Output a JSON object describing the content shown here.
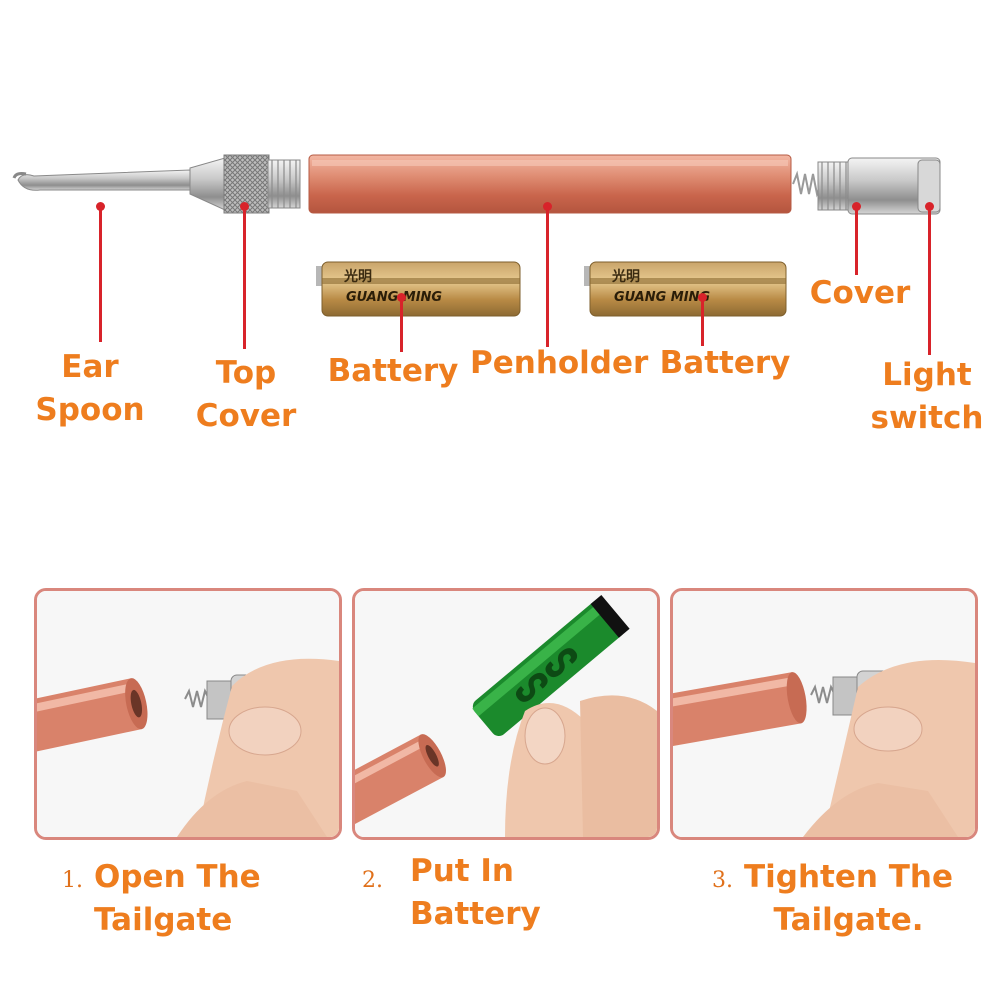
{
  "parts": {
    "ear_spoon": "Ear\nSpoon",
    "top_cover": "Top\nCover",
    "battery_left": "Battery",
    "penholder": "Penholder",
    "battery_right": "Battery",
    "cover": "Cover",
    "light_switch": "Light\nswitch"
  },
  "battery_print": {
    "brand_cn": "光明",
    "brand_en": "GUANG MING"
  },
  "steps": [
    {
      "number": "1.",
      "text": "Open The\nTailgate"
    },
    {
      "number": "2.",
      "text": "Put In\nBattery"
    },
    {
      "number": "3.",
      "text": "Tighten The\nTailgate."
    }
  ],
  "colors": {
    "label": "#ee7d1e",
    "leader": "#d8232a",
    "penholder": "#d9826a",
    "panel_border": "#d9877d"
  }
}
